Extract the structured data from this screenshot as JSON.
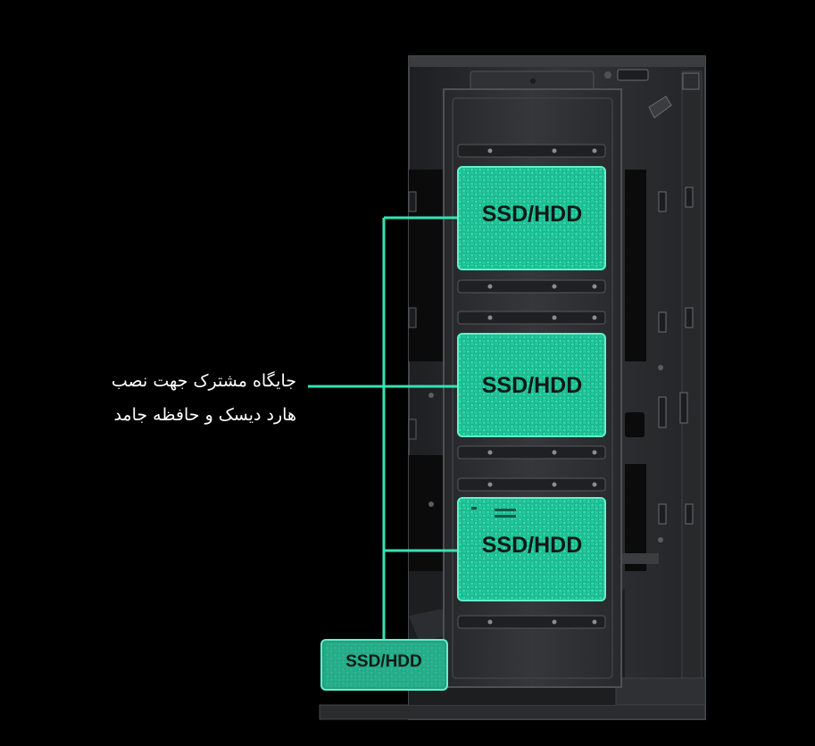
{
  "caption": {
    "line1": "جایگاه مشترک جهت نصب",
    "line2": "هارد دیسک و حافظه جامد"
  },
  "bays": [
    {
      "label": "SSD/HDD"
    },
    {
      "label": "SSD/HDD"
    },
    {
      "label": "SSD/HDD"
    },
    {
      "label": "SSD/HDD"
    }
  ],
  "colors": {
    "background": "#000000",
    "accent": "#35e3b4",
    "bay_fill": "#1fc79b",
    "case_body": "#2e3032",
    "case_edge": "#4a4d50",
    "caption_text": "#ffffff"
  },
  "icons": {
    "hex_mesh": "honeycomb-pattern",
    "case": "pc-case-drive-cage"
  }
}
